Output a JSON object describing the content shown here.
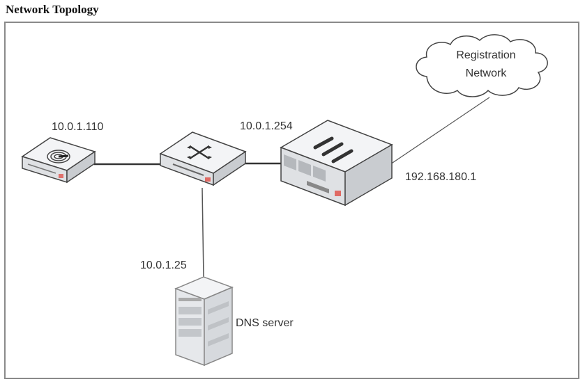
{
  "title": "Network Topology",
  "nodes": {
    "device": {
      "ip": "10.0.1.110",
      "icon": "wireless-appliance-icon"
    },
    "switch": {
      "icon": "switch-icon"
    },
    "firewall": {
      "ip_inside": "10.0.1.254",
      "ip_outside": "192.168.180.1",
      "icon": "firewall-icon"
    },
    "cloud": {
      "line1": "Registration",
      "line2": "Network",
      "icon": "cloud-icon"
    },
    "dns": {
      "ip": "10.0.1.25",
      "label": "DNS server",
      "icon": "server-icon"
    }
  },
  "colors": {
    "device_body": "#e9ebee",
    "device_top": "#f3f4f6",
    "accent": "#e0423a",
    "line": "#333333"
  }
}
